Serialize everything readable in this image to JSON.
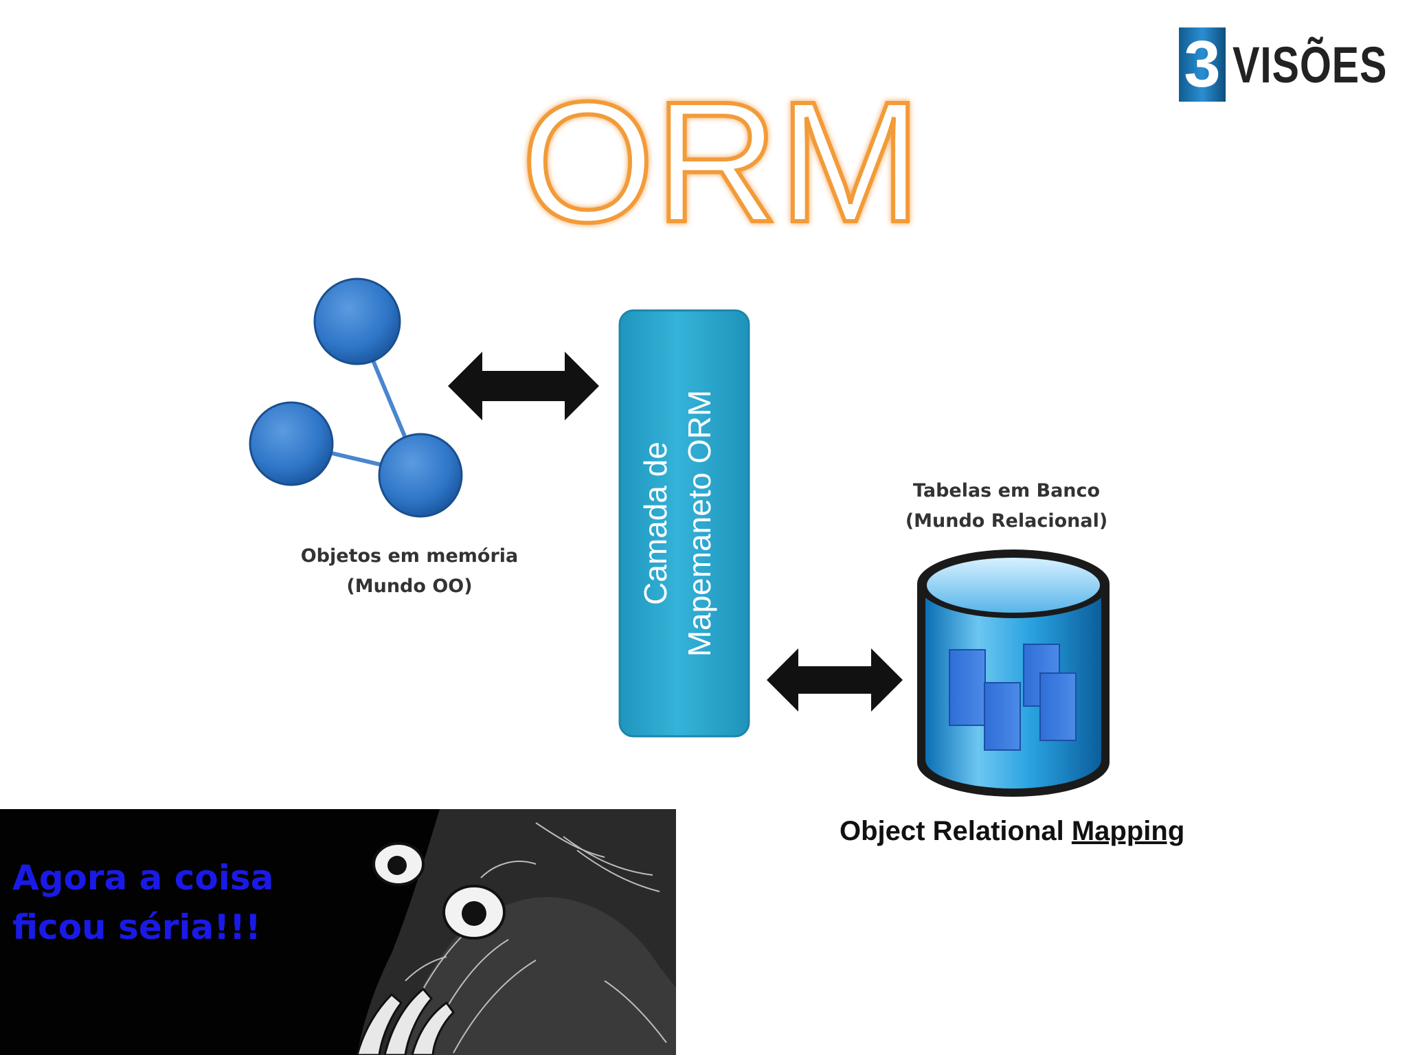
{
  "logo": {
    "number": "3",
    "word": "VISÕES"
  },
  "title": "ORM",
  "diagram": {
    "objects_label_1": "Objetos em memória",
    "objects_label_2": "(Mundo OO)",
    "layer_label_1": "Camada de",
    "layer_label_2": "Mapemaneto ORM",
    "tables_label_1": "Tabelas em Banco",
    "tables_label_2": "(Mundo Relacional)"
  },
  "caption": {
    "part1": "Object Relational ",
    "part2": "Mapping"
  },
  "meme": {
    "line1": "Agora a coisa",
    "line2": "ficou séria!!!"
  },
  "colors": {
    "title_outline": "#f29b38",
    "node_blue": "#2f76c8",
    "layer_teal": "#2aa6cc",
    "cylinder_blue": "#1e8fd0",
    "meme_text": "#1a1ae8"
  }
}
